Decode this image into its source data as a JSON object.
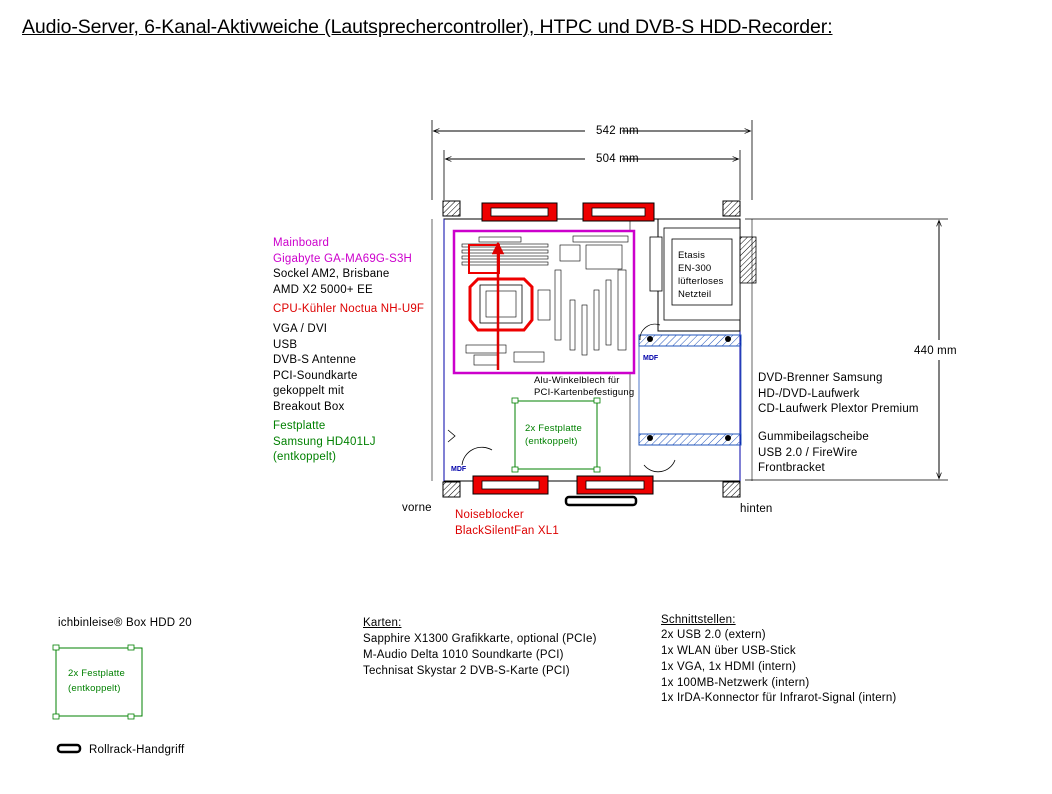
{
  "title": "Audio-Server, 6-Kanal-Aktivweiche (Lautsprechercontroller), HTPC und DVB-S HDD-Recorder:",
  "dimensions": {
    "outer_width": "542 mm",
    "inner_width": "504 mm",
    "depth": "440 mm"
  },
  "mainboard": {
    "heading": "Mainboard",
    "model": "Gigabyte GA-MA69G-S3H",
    "socket": "Sockel AM2, Brisbane",
    "cpu": "AMD X2 5000+ EE",
    "cooler": "CPU-Kühler Noctua NH-U9F"
  },
  "connections": [
    "VGA / DVI",
    "USB",
    "DVB-S Antenne",
    "PCI-Soundkarte",
    "gekoppelt mit",
    "Breakout Box"
  ],
  "hdd_left": {
    "line1": "Festplatte",
    "line2": "Samsung HD401LJ",
    "line3": "(entkoppelt)"
  },
  "hdd_box": {
    "line1": "2x Festplatte",
    "line2": "(entkoppelt)"
  },
  "bracket": {
    "line1": "Alu-Winkelblech für",
    "line2": "PCI-Kartenbefestigung"
  },
  "psu": {
    "line1": "Etasis",
    "line2": "EN-300",
    "line3": "lüfterloses",
    "line4": "Netzteil"
  },
  "drives": [
    "DVD-Brenner Samsung",
    "HD-/DVD-Laufwerk",
    "CD-Laufwerk Plextor Premium"
  ],
  "rubber": [
    "Gummibeilagscheibe",
    "USB 2.0 / FireWire",
    "Frontbracket"
  ],
  "mdf": "MDF",
  "front_label": "vorne",
  "back_label": "hinten",
  "fan": {
    "line1": "Noiseblocker",
    "line2": "BlackSilentFan XL1"
  },
  "ichbin": {
    "title": "ichbinleise® Box HDD 20",
    "line1": "2x Festplatte",
    "line2": "(entkoppelt)"
  },
  "handle_legend": "Rollrack-Handgriff",
  "cards": {
    "heading": "Karten:",
    "items": [
      "Sapphire X1300 Grafikkarte, optional (PCIe)",
      "M-Audio Delta 1010 Soundkarte (PCI)",
      "Technisat Skystar 2 DVB-S-Karte (PCI)"
    ]
  },
  "interfaces": {
    "heading": "Schnittstellen:",
    "items": [
      "2x USB 2.0 (extern)",
      "1x WLAN über USB-Stick",
      "1x VGA, 1x HDMI (intern)",
      "1x 100MB-Netzwerk (intern)",
      "1x IrDA-Konnector für Infrarot-Signal (intern)"
    ]
  },
  "colors": {
    "mainboard": "#cc00cc",
    "red": "#dd0000",
    "green": "#008000",
    "panel_blue": "#0000aa",
    "drive_blue": "#4a7fcf"
  }
}
